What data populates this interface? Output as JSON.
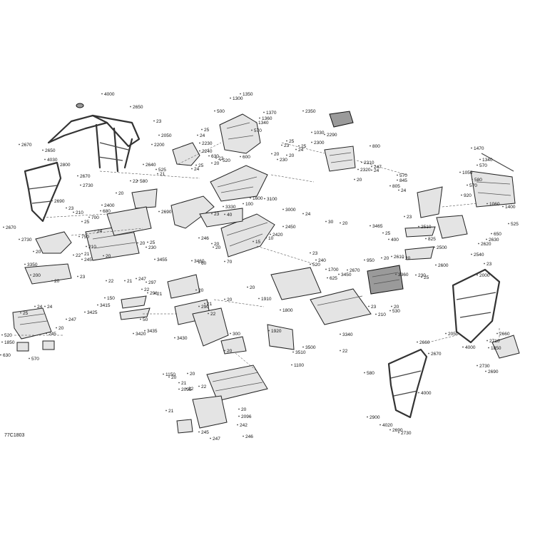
{
  "figure": {
    "reference_code": "77C1803",
    "callouts": [
      "4000",
      "2650",
      "2650",
      "2670",
      "4030",
      "2800",
      "2670",
      "2730",
      "2690",
      "23",
      "210",
      "2670",
      "2730",
      "20",
      "23",
      "2050",
      "2200",
      "25",
      "24",
      "2230",
      "2240",
      "630",
      "23",
      "520",
      "20",
      "24",
      "25",
      "600",
      "20",
      "230",
      "500",
      "1300",
      "1350",
      "1370",
      "1360",
      "1340",
      "570",
      "25",
      "23",
      "20",
      "1030",
      "2290",
      "24",
      "25",
      "2350",
      "2300",
      "800",
      "2310",
      "2320",
      "247",
      "24",
      "570",
      "845",
      "805",
      "24",
      "20",
      "1470",
      "1340",
      "570",
      "1050",
      "580",
      "570",
      "920",
      "1060",
      "1400",
      "525",
      "650",
      "2630",
      "2640",
      "525",
      "580",
      "21",
      "22",
      "20",
      "2690",
      "1600",
      "100",
      "3100",
      "3000",
      "24",
      "2400",
      "680",
      "700",
      "25",
      "24",
      "750",
      "25",
      "230",
      "20",
      "22",
      "21",
      "210",
      "20",
      "246",
      "23",
      "3330",
      "40",
      "30",
      "20",
      "3465",
      "25",
      "400",
      "23",
      "825",
      "2620",
      "2540",
      "2500",
      "2510",
      "2600",
      "20",
      "2610",
      "20",
      "950",
      "240",
      "3450",
      "3360",
      "230",
      "25",
      "625",
      "1700",
      "3350",
      "200",
      "20",
      "23",
      "245",
      "247",
      "150",
      "297",
      "22",
      "21",
      "21",
      "22",
      "20",
      "20",
      "70",
      "10",
      "15",
      "2420",
      "2450",
      "3455",
      "3460",
      "60",
      "20",
      "50",
      "3435",
      "3420",
      "3430",
      "3415",
      "3425",
      "296",
      "290",
      "21",
      "22",
      "20",
      "300",
      "20",
      "3500",
      "3510",
      "1100",
      "25",
      "24",
      "24",
      "247",
      "20",
      "245",
      "520",
      "1850",
      "630",
      "570",
      "1800",
      "1910",
      "1920",
      "3340",
      "22",
      "20",
      "22",
      "21",
      "1150",
      "20",
      "2095",
      "21",
      "22",
      "20",
      "2096",
      "242",
      "246",
      "245",
      "247",
      "23",
      "2000",
      "2050",
      "4000",
      "2660",
      "1850",
      "2730",
      "2690",
      "2710",
      "2660",
      "2670",
      "580",
      "4000",
      "2900",
      "4020",
      "2690",
      "2730",
      "2670",
      "210",
      "23",
      "20",
      "530",
      "520",
      "23",
      "20",
      "21",
      "22",
      "250",
      "21"
    ]
  }
}
